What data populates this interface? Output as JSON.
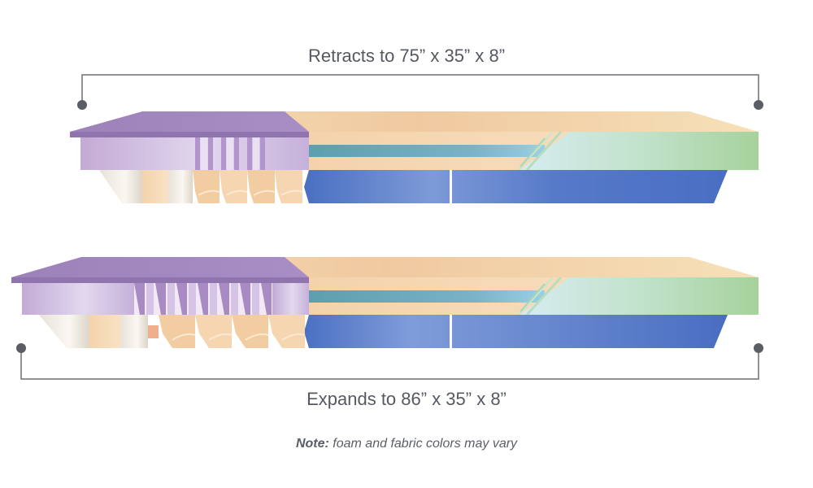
{
  "top_dimension_label": "Retracts to 75” x 35” x 8”",
  "bottom_dimension_label": "Expands to 86” x 35” x 8”",
  "note": {
    "prefix": "Note:",
    "text": " foam and fabric colors may vary"
  },
  "colors": {
    "purple_top": "#9a7fb4",
    "purple_side": "#c4aed6",
    "tan": "#f2d2a8",
    "teal": "#6ba6b8",
    "blue": "#4f74c4",
    "green": "#a9d4a0",
    "gray": "#555a61"
  }
}
